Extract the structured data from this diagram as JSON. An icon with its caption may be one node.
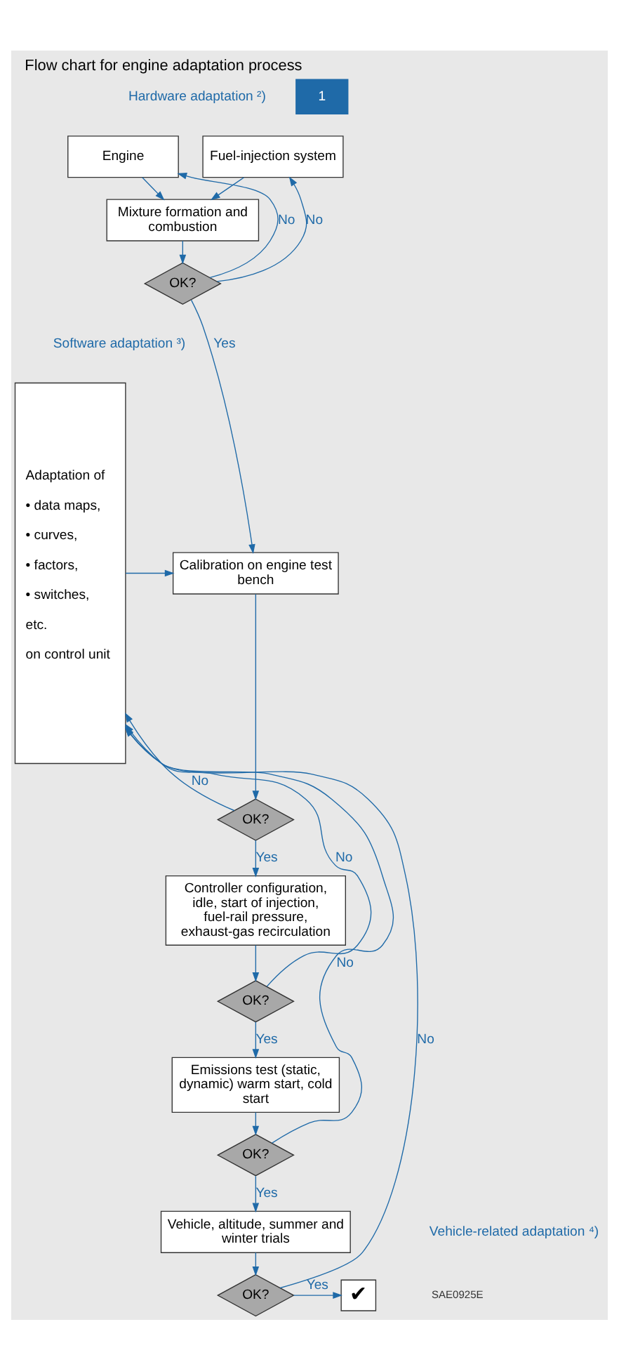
{
  "diagram": {
    "title": "Flow chart for engine adaptation process",
    "nodes": [
      {
        "text": [
          "Engine"
        ]
      },
      {
        "text": [
          "Fuel-injection system"
        ]
      },
      {
        "text": [
          "Mixture formation and combustion"
        ]
      },
      {
        "text": [
          "OK?"
        ]
      },
      {
        "text": [
          "Adaptation of",
          "• data maps,",
          "• curves,",
          "• factors,",
          "• switches,",
          "etc.",
          "on control unit"
        ]
      },
      {
        "text": [
          "Calibration on engine test bench"
        ]
      },
      {
        "text": [
          "OK?"
        ]
      },
      {
        "text": [
          "Controller configuration, idle, start of injection, fuel-rail pressure, exhaust-gas recirculation"
        ]
      },
      {
        "text": [
          "OK?"
        ]
      },
      {
        "text": [
          "Emissions test (static, dynamic) warm start, cold start"
        ]
      },
      {
        "text": [
          "OK?"
        ]
      },
      {
        "text": [
          "Vehicle, altitude, summer and winter trials"
        ]
      },
      {
        "text": [
          "OK?"
        ]
      },
      {
        "text": [
          "✔"
        ]
      }
    ],
    "edges": [
      {
        "from": 0,
        "to": 2,
        "arrow": "to"
      },
      {
        "from": 1,
        "to": 2,
        "arrow": "to"
      },
      {
        "from": 2,
        "to": 3,
        "arrow": "to"
      },
      {
        "from": 3,
        "to": 0,
        "arrow": "to",
        "label": "No"
      },
      {
        "from": 3,
        "to": 1,
        "arrow": "to",
        "label": "No"
      },
      {
        "from": 3,
        "to": 5,
        "arrow": "to",
        "label": "Yes"
      },
      {
        "from": 4,
        "to": 5,
        "arrow": "to"
      },
      {
        "from": 5,
        "to": 6,
        "arrow": "to"
      },
      {
        "from": 6,
        "to": 4,
        "arrow": "to",
        "label": "No"
      },
      {
        "from": 6,
        "to": 7,
        "arrow": "to",
        "label": "Yes"
      },
      {
        "from": 7,
        "to": 8,
        "arrow": "to"
      },
      {
        "from": 8,
        "to": 4,
        "arrow": "to",
        "label": "No"
      },
      {
        "from": 8,
        "to": 9,
        "arrow": "to",
        "label": "Yes"
      },
      {
        "from": 9,
        "to": 10,
        "arrow": "to"
      },
      {
        "from": 10,
        "to": 4,
        "arrow": "to",
        "label": "No"
      },
      {
        "from": 10,
        "to": 11,
        "arrow": "to",
        "label": "Yes"
      },
      {
        "from": 11,
        "to": 12,
        "arrow": "to"
      },
      {
        "from": 12,
        "to": 4,
        "arrow": "to",
        "label": "No"
      },
      {
        "from": 12,
        "to": 13,
        "arrow": "to",
        "label": "Yes"
      }
    ],
    "labels": [
      "1",
      "Hardware adaptation ²)",
      "Software adaptation ³)",
      "Vehicle-related adaptation ⁴)",
      "SAE0925E"
    ]
  }
}
